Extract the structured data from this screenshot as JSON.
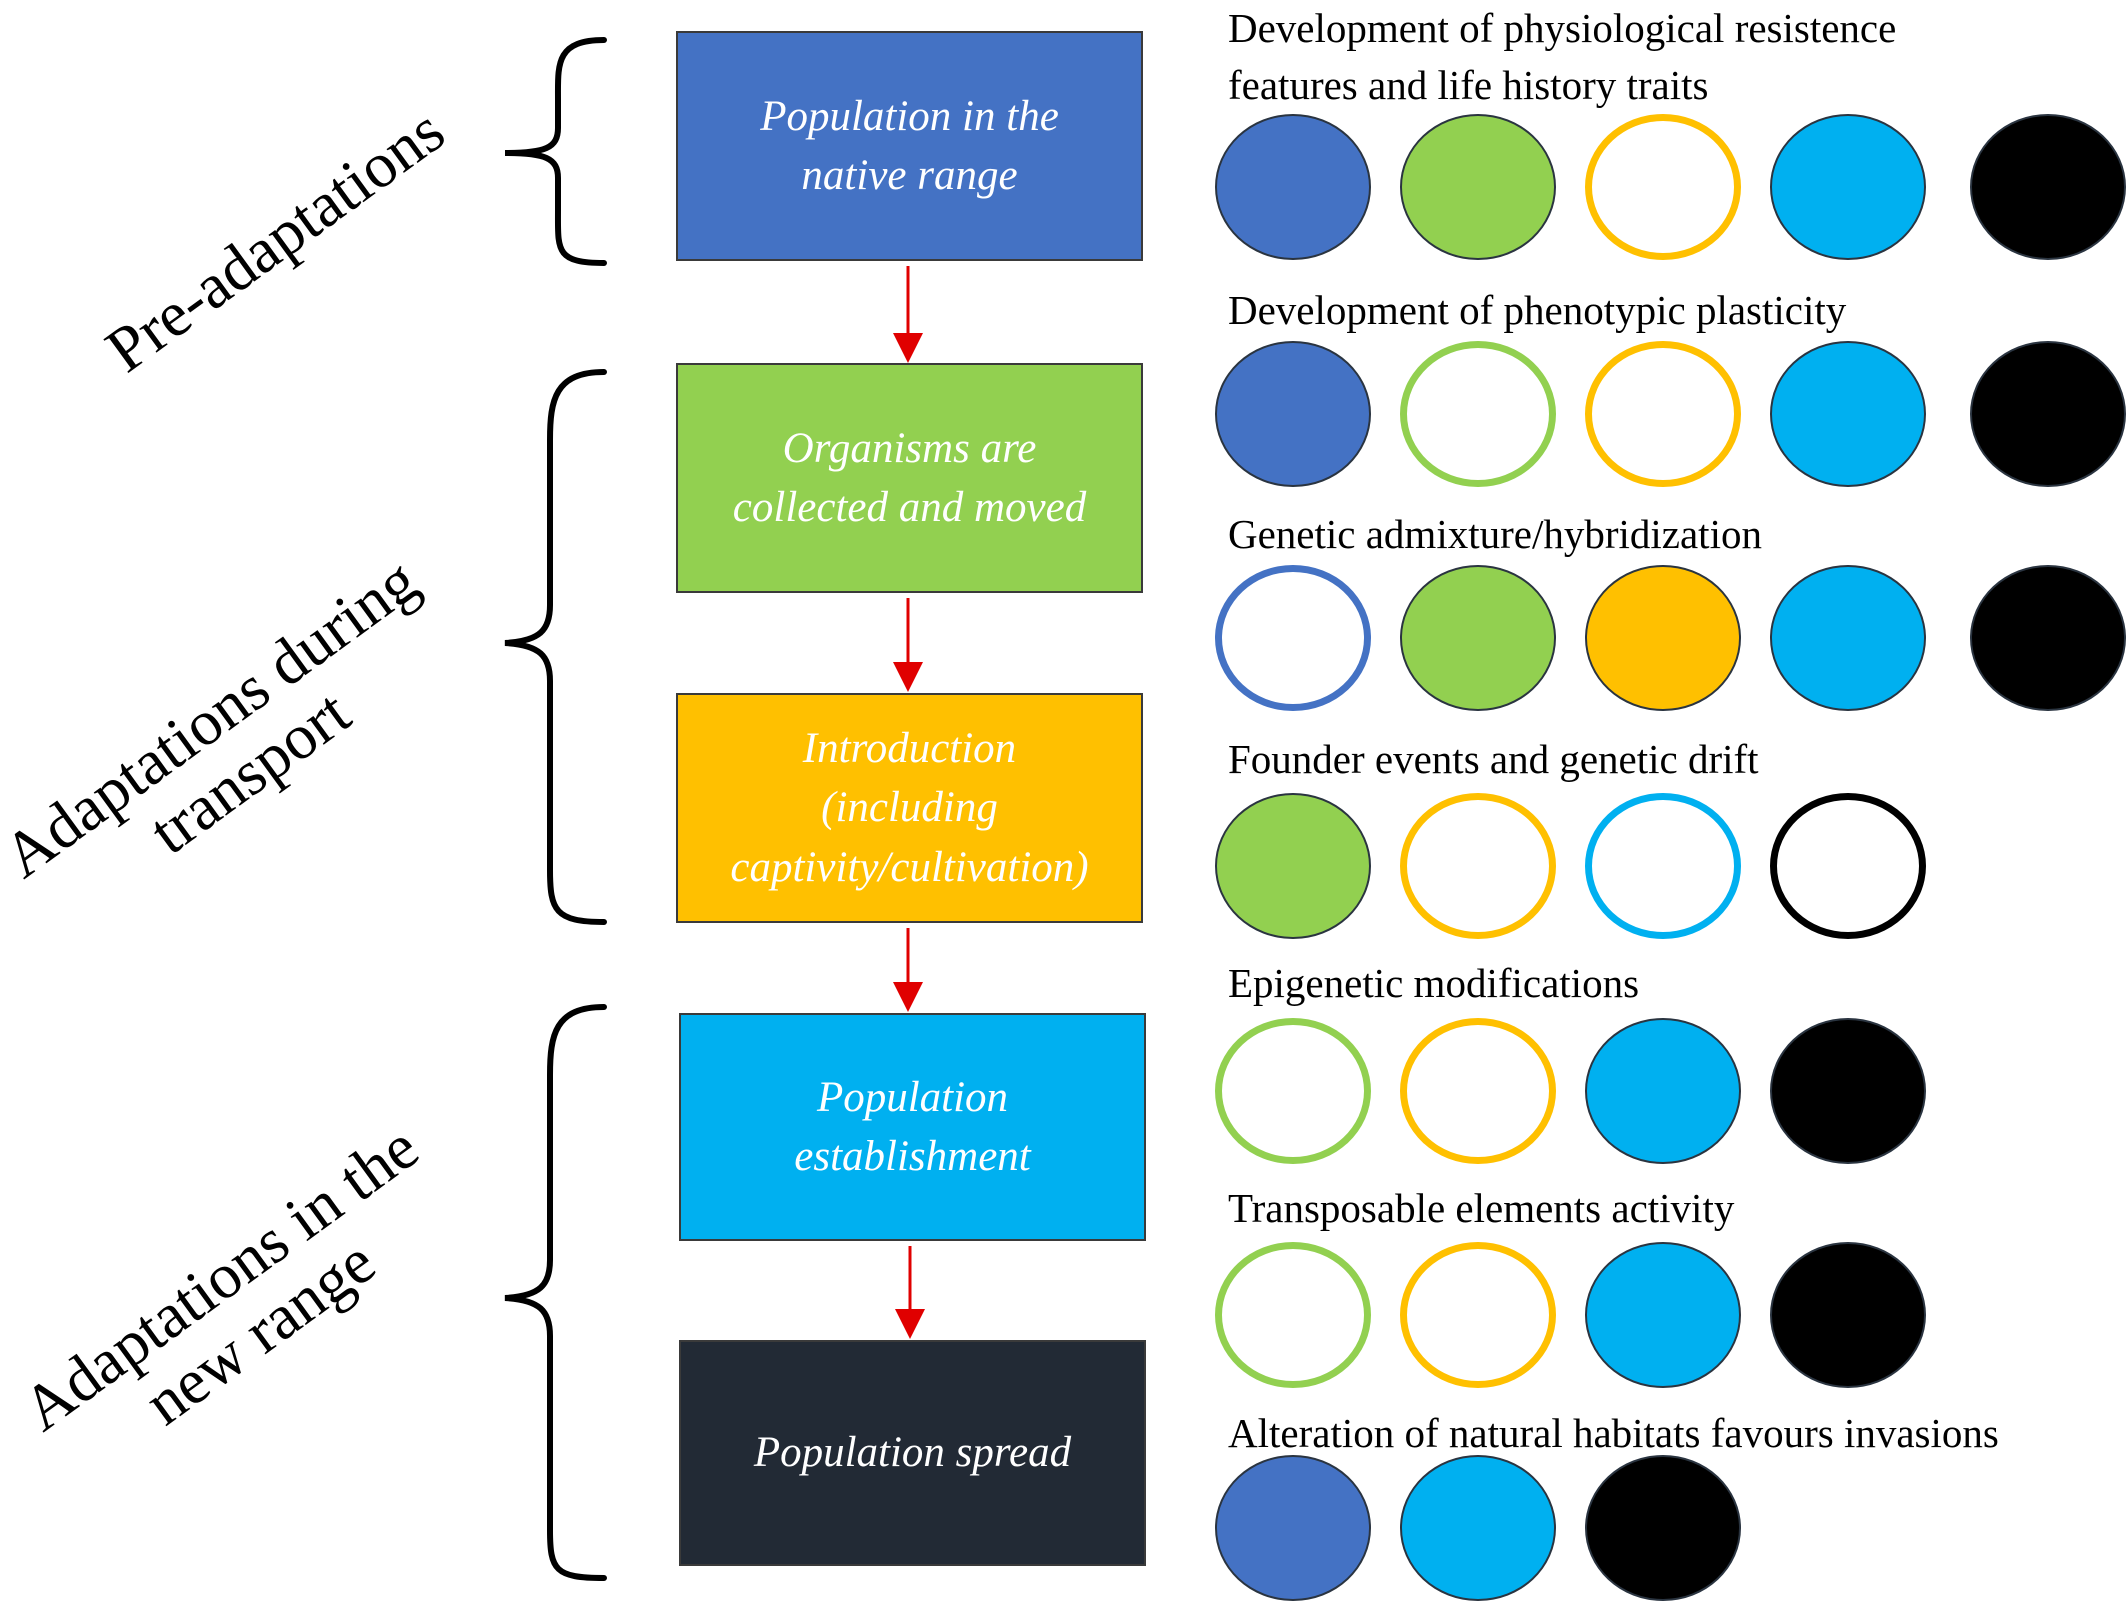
{
  "stages": [
    {
      "id": "pre",
      "lines": [
        "Pre-adaptations"
      ]
    },
    {
      "id": "transport",
      "lines": [
        "Adaptations during",
        "transport"
      ]
    },
    {
      "id": "new",
      "lines": [
        "Adaptations in the",
        "new range"
      ]
    }
  ],
  "steps": [
    {
      "lines": [
        "Population in the",
        "native range"
      ],
      "color": "#4472C4"
    },
    {
      "lines": [
        "Organisms are",
        "collected and moved"
      ],
      "color": "#92D050"
    },
    {
      "lines": [
        "Introduction",
        "(including",
        "captivity/cultivation)"
      ],
      "color": "#FFC000"
    },
    {
      "lines": [
        "Population",
        "establishment"
      ],
      "color": "#00B0F0"
    },
    {
      "lines": [
        "Population spread"
      ],
      "color": "#222A35"
    }
  ],
  "arrow_color": "#E00000",
  "mechanisms": [
    {
      "lines": [
        "Development of physiological resistence",
        "features and life history traits"
      ],
      "circles": [
        {
          "color": "#4472C4",
          "filled": true
        },
        {
          "color": "#92D050",
          "filled": true
        },
        {
          "color": "#FFC000",
          "filled": false
        },
        {
          "color": "#00B0F0",
          "filled": true
        },
        {
          "color": "#000000",
          "filled": true
        }
      ]
    },
    {
      "lines": [
        "Development of phenotypic plasticity"
      ],
      "circles": [
        {
          "color": "#4472C4",
          "filled": true
        },
        {
          "color": "#92D050",
          "filled": false
        },
        {
          "color": "#FFC000",
          "filled": false
        },
        {
          "color": "#00B0F0",
          "filled": true
        },
        {
          "color": "#000000",
          "filled": true
        }
      ]
    },
    {
      "lines": [
        "Genetic admixture/hybridization"
      ],
      "circles": [
        {
          "color": "#4472C4",
          "filled": false
        },
        {
          "color": "#92D050",
          "filled": true
        },
        {
          "color": "#FFC000",
          "filled": true
        },
        {
          "color": "#00B0F0",
          "filled": true
        },
        {
          "color": "#000000",
          "filled": true
        }
      ]
    },
    {
      "lines": [
        "Founder events and genetic drift"
      ],
      "circles": [
        {
          "color": "#92D050",
          "filled": true
        },
        {
          "color": "#FFC000",
          "filled": false
        },
        {
          "color": "#00B0F0",
          "filled": false
        },
        {
          "color": "#000000",
          "filled": false
        }
      ]
    },
    {
      "lines": [
        "Epigenetic modifications"
      ],
      "circles": [
        {
          "color": "#92D050",
          "filled": false
        },
        {
          "color": "#FFC000",
          "filled": false
        },
        {
          "color": "#00B0F0",
          "filled": true
        },
        {
          "color": "#000000",
          "filled": true
        }
      ]
    },
    {
      "lines": [
        "Transposable elements activity"
      ],
      "circles": [
        {
          "color": "#92D050",
          "filled": false
        },
        {
          "color": "#FFC000",
          "filled": false
        },
        {
          "color": "#00B0F0",
          "filled": true
        },
        {
          "color": "#000000",
          "filled": true
        }
      ]
    },
    {
      "lines": [
        "Alteration of natural habitats favours invasions"
      ],
      "circles": [
        {
          "color": "#4472C4",
          "filled": true
        },
        {
          "color": "#00B0F0",
          "filled": true
        },
        {
          "color": "#000000",
          "filled": true
        }
      ]
    }
  ]
}
